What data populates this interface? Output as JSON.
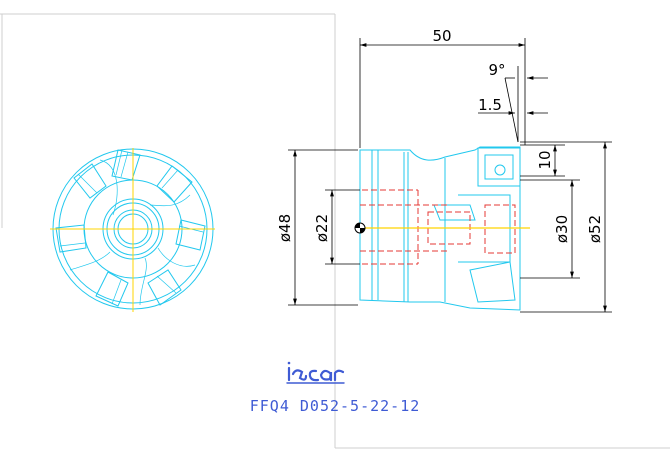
{
  "brand": {
    "logo_text": "iscar",
    "logo_color": "#3f5bd4"
  },
  "part_code": "FFQ4 D052-5-22-12",
  "colors": {
    "tool_outline": "#22c8ee",
    "hidden_lines": "#e53935",
    "center_line": "#ffd400",
    "dimension": "#000000"
  },
  "dimensions": {
    "overall_length": "50",
    "lead_angle": "9°",
    "chamfer": "1.5",
    "depth_of_cut": "10",
    "body_diameter": "ø48",
    "bore_diameter": "ø22",
    "hub_diameter": "ø30",
    "cutting_diameter": "ø52"
  }
}
